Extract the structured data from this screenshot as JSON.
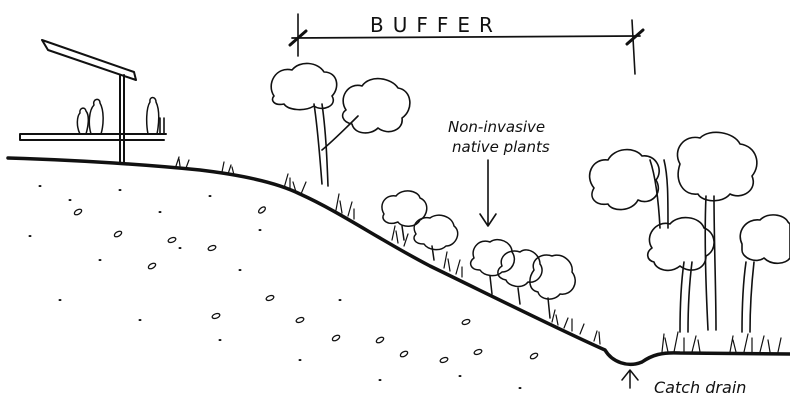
{
  "labels": {
    "buffer": "BUFFER",
    "plants_line1": "Non-invasive",
    "plants_line2": "native plants",
    "drain": "Catch drain"
  },
  "colors": {
    "ink": "#111111",
    "paper": "#ffffff"
  }
}
